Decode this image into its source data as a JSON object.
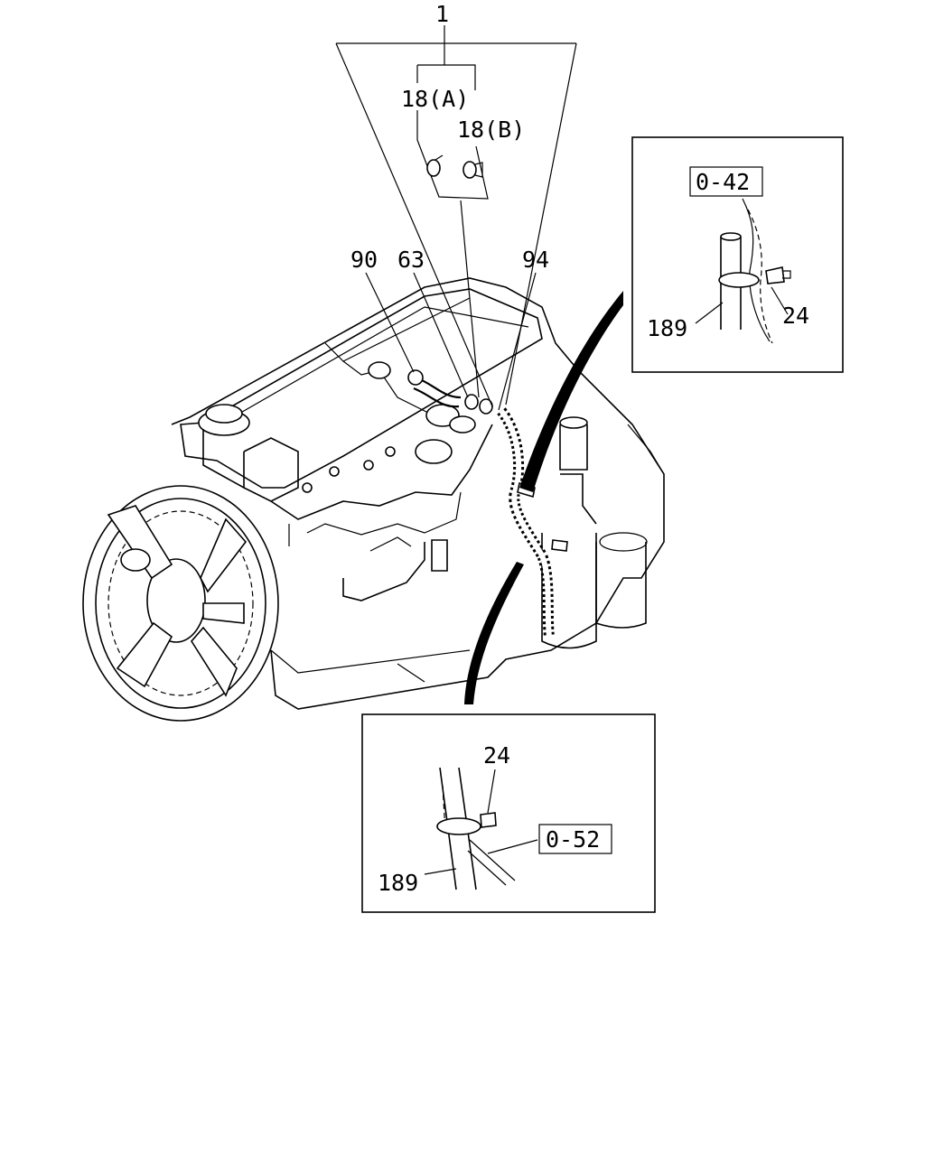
{
  "callouts": {
    "assembly": "1",
    "clip_a": "18(A)",
    "clip_b": "18(B)",
    "part_90": "90",
    "part_63": "63",
    "part_94": "94"
  },
  "detail_upper": {
    "ref_box": "0-42",
    "tube": "189",
    "clamp": "24"
  },
  "detail_lower": {
    "ref_box": "0-52",
    "tube": "189",
    "clamp": "24"
  }
}
